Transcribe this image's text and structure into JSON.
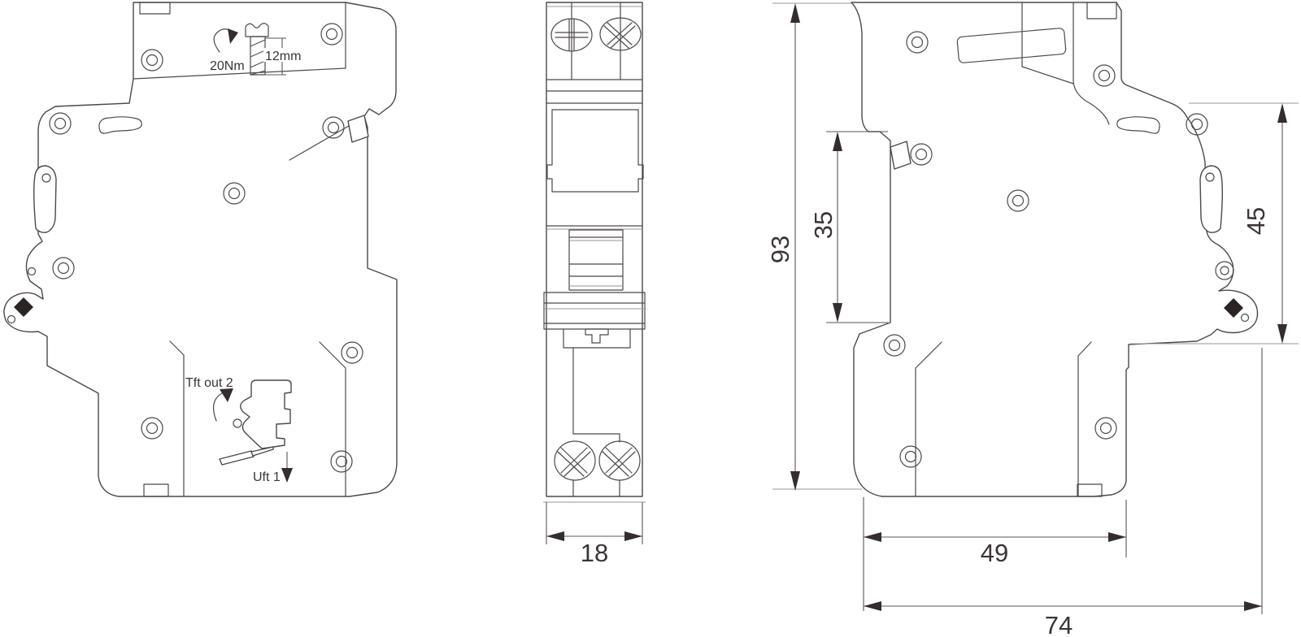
{
  "title": "Circuit breaker dimensional drawing",
  "views": {
    "left": {
      "annotations": {
        "torque": "20Nm",
        "strip_length": "12mm",
        "trip": "Tft out 2",
        "release": "Uft 1"
      }
    },
    "front": {
      "dimensions": {
        "width": "18"
      }
    },
    "right": {
      "dimensions": {
        "overall_height": "93",
        "din_rail": "35",
        "front_height": "45",
        "depth": "49",
        "overall_depth": "74"
      }
    }
  },
  "colors": {
    "background": "#ffffff",
    "line": "#4d4848",
    "dimension_text": "#3a3534",
    "arrow": "#332e2d"
  }
}
